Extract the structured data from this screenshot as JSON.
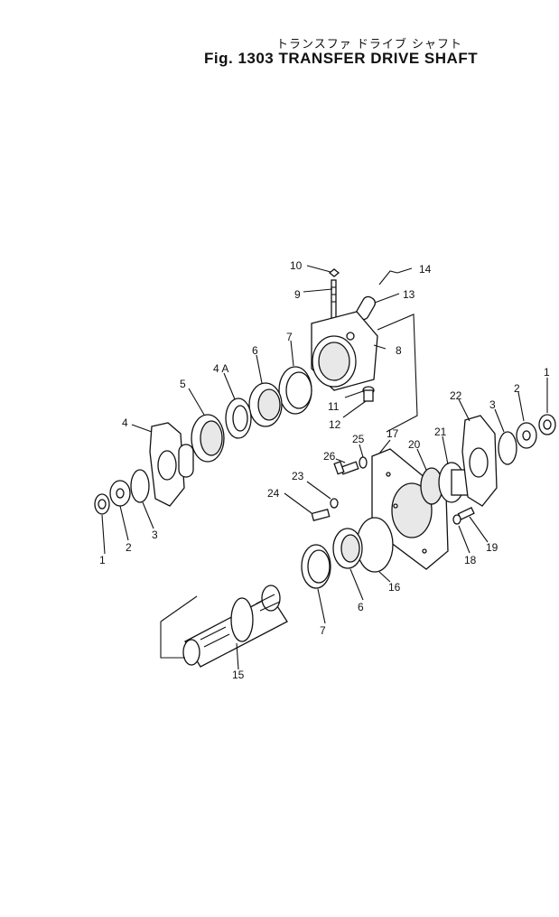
{
  "header": {
    "title_jp": "トランスファ ドライブ シャフト",
    "title": "Fig. 1303 TRANSFER DRIVE SHAFT"
  },
  "callouts": {
    "c1a": "1",
    "c1b": "1",
    "c2a": "2",
    "c2b": "2",
    "c3a": "3",
    "c3b": "3",
    "c4": "4",
    "c4A": "4 A",
    "c5": "5",
    "c6a": "6",
    "c6b": "6",
    "c7a": "7",
    "c7b": "7",
    "c8": "8",
    "c9": "9",
    "c10": "10",
    "c11": "11",
    "c12": "12",
    "c13": "13",
    "c14": "14",
    "c15": "15",
    "c16": "16",
    "c17": "17",
    "c18": "18",
    "c19": "19",
    "c20": "20",
    "c21": "21",
    "c22": "22",
    "c23": "23",
    "c24": "24",
    "c25": "25",
    "c26": "26"
  }
}
